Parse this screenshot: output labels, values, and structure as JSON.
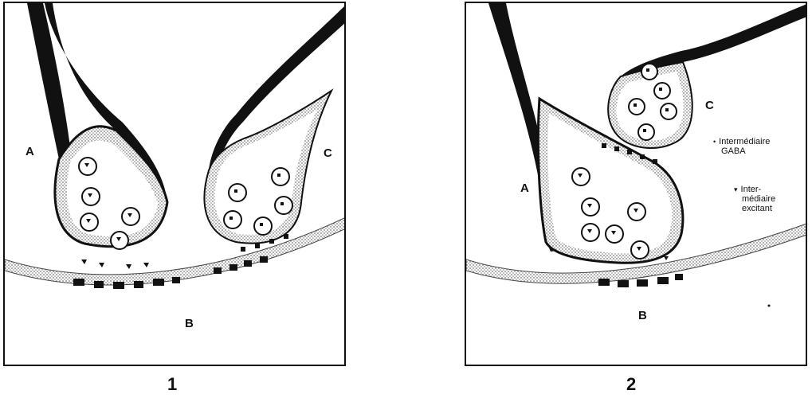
{
  "panels": [
    {
      "number": "1",
      "labels": {
        "a": "A",
        "b": "B",
        "c": "C"
      }
    },
    {
      "number": "2",
      "labels": {
        "a": "A",
        "b": "B",
        "c": "C"
      }
    }
  ],
  "legend": {
    "gaba": {
      "marker": "•",
      "line1": "Intermédiaire",
      "line2": "GABA"
    },
    "excitant": {
      "marker": "▾",
      "line1": "Inter-",
      "line2": "médiaire",
      "line3": "excitant"
    }
  },
  "colors": {
    "ink": "#111111",
    "stipple": "#b8b8b8"
  }
}
